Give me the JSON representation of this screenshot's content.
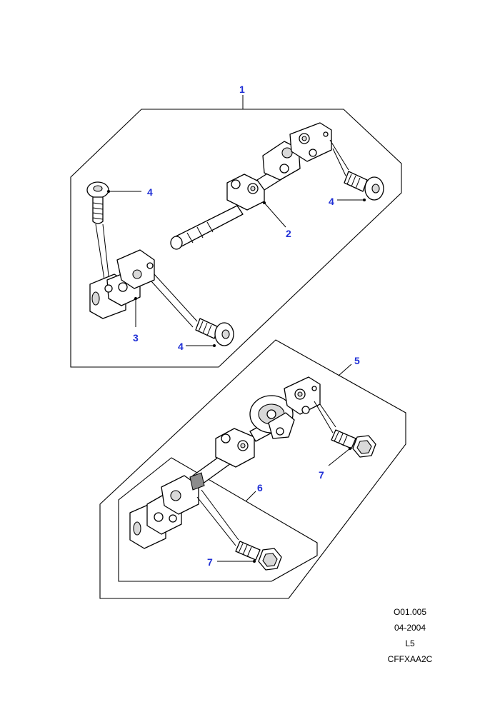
{
  "callouts": {
    "c1": "1",
    "c2": "2",
    "c3": "3",
    "c4a": "4",
    "c4b": "4",
    "c4c": "4",
    "c5": "5",
    "c6": "6",
    "c7a": "7",
    "c7b": "7"
  },
  "reference": {
    "code": "O01.005",
    "date": "04-2004",
    "variant": "L5",
    "drawing_id": "CFFXAA2C"
  },
  "colors": {
    "callout": "#1f2fd6",
    "line": "#000000"
  }
}
